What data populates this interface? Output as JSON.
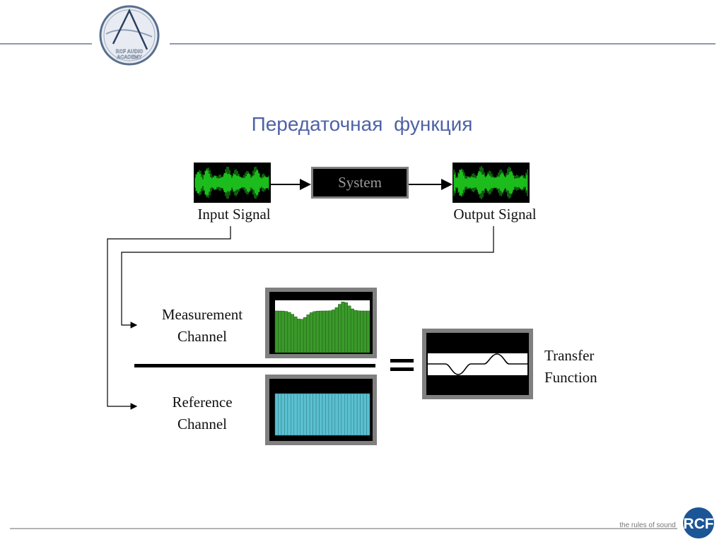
{
  "logo": {
    "text_line1": "RCF AUDIO",
    "text_line2": "ACADEMY"
  },
  "title": "Передаточная функция",
  "diagram": {
    "system_label": "System",
    "input_label": "Input Signal",
    "output_label": "Output Signal",
    "measurement_label": [
      "Measurement",
      "Channel"
    ],
    "reference_label": [
      "Reference",
      "Channel"
    ],
    "transfer_label": [
      "Transfer",
      "Function"
    ],
    "equals": "="
  },
  "footer": {
    "tagline": "the rules of sound",
    "brand": "RCF"
  },
  "colors": {
    "title": "#4e63a6",
    "measurement": "#3a9a2a",
    "reference": "#5bc0d0",
    "signal": "#22dd22",
    "brand": "#1b5596"
  }
}
